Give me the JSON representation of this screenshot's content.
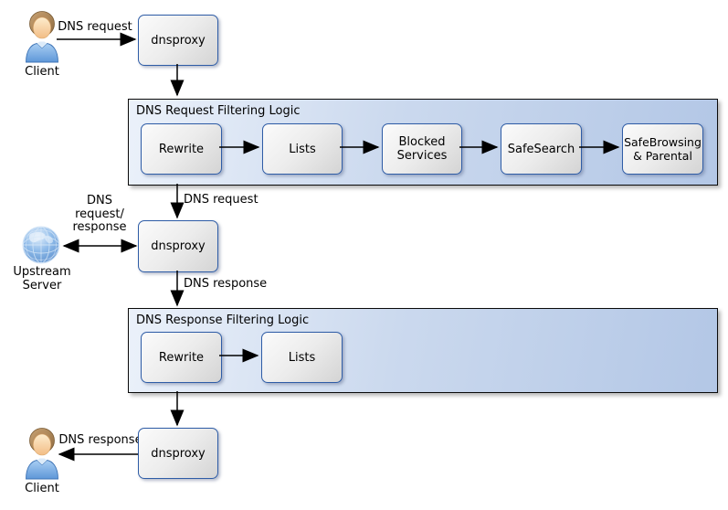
{
  "colors": {
    "node_border": "#2e5ca6",
    "node_fill_light": "#fbfbfb",
    "node_fill_dark": "#d4d4d4",
    "container_fill_left": "#ebf1fa",
    "container_fill_right": "#b3c7e6",
    "container_border": "#0a0a0a",
    "arrow": "#000000",
    "globe_blue": "#6ea3dc",
    "person_shirt_blue": "#6fa4dd"
  },
  "nodes": {
    "client_top": {
      "label": "Client"
    },
    "dnsproxy_top": {
      "label": "dnsproxy"
    },
    "dnsproxy_middle": {
      "label": "dnsproxy"
    },
    "dnsproxy_bottom": {
      "label": "dnsproxy"
    },
    "upstream_server": {
      "label": "Upstream\nServer"
    },
    "client_bottom": {
      "label": "Client"
    }
  },
  "containers": {
    "request_logic": {
      "title": "DNS Request Filtering Logic",
      "steps": [
        {
          "label": "Rewrite"
        },
        {
          "label": "Lists"
        },
        {
          "label": "Blocked\nServices"
        },
        {
          "label": "SafeSearch"
        },
        {
          "label": "SafeBrowsing\n& Parental"
        }
      ]
    },
    "response_logic": {
      "title": "DNS Response Filtering Logic",
      "steps": [
        {
          "label": "Rewrite"
        },
        {
          "label": "Lists"
        }
      ]
    }
  },
  "edge_labels": {
    "client_to_proxy": "DNS request",
    "logic_to_proxy": "DNS request",
    "upstream_exchange": "DNS\nrequest/\nresponse",
    "proxy_to_response_logic": "DNS response",
    "proxy_to_client": "DNS response"
  }
}
